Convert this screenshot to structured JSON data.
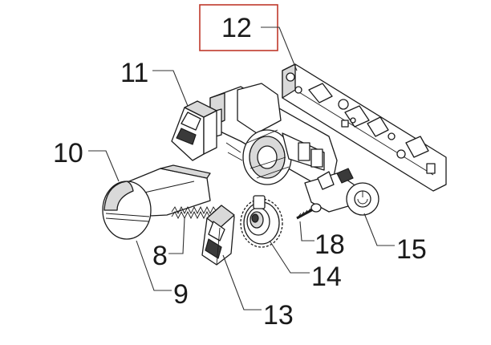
{
  "callouts": {
    "c8": "8",
    "c9": "9",
    "c10": "10",
    "c11": "11",
    "c12": "12",
    "c13": "13",
    "c14": "14",
    "c15": "15",
    "c18": "18"
  },
  "colors": {
    "highlight_box": "#c0392b",
    "line": "#1b1b1b",
    "shade": "#d9d9d9"
  }
}
